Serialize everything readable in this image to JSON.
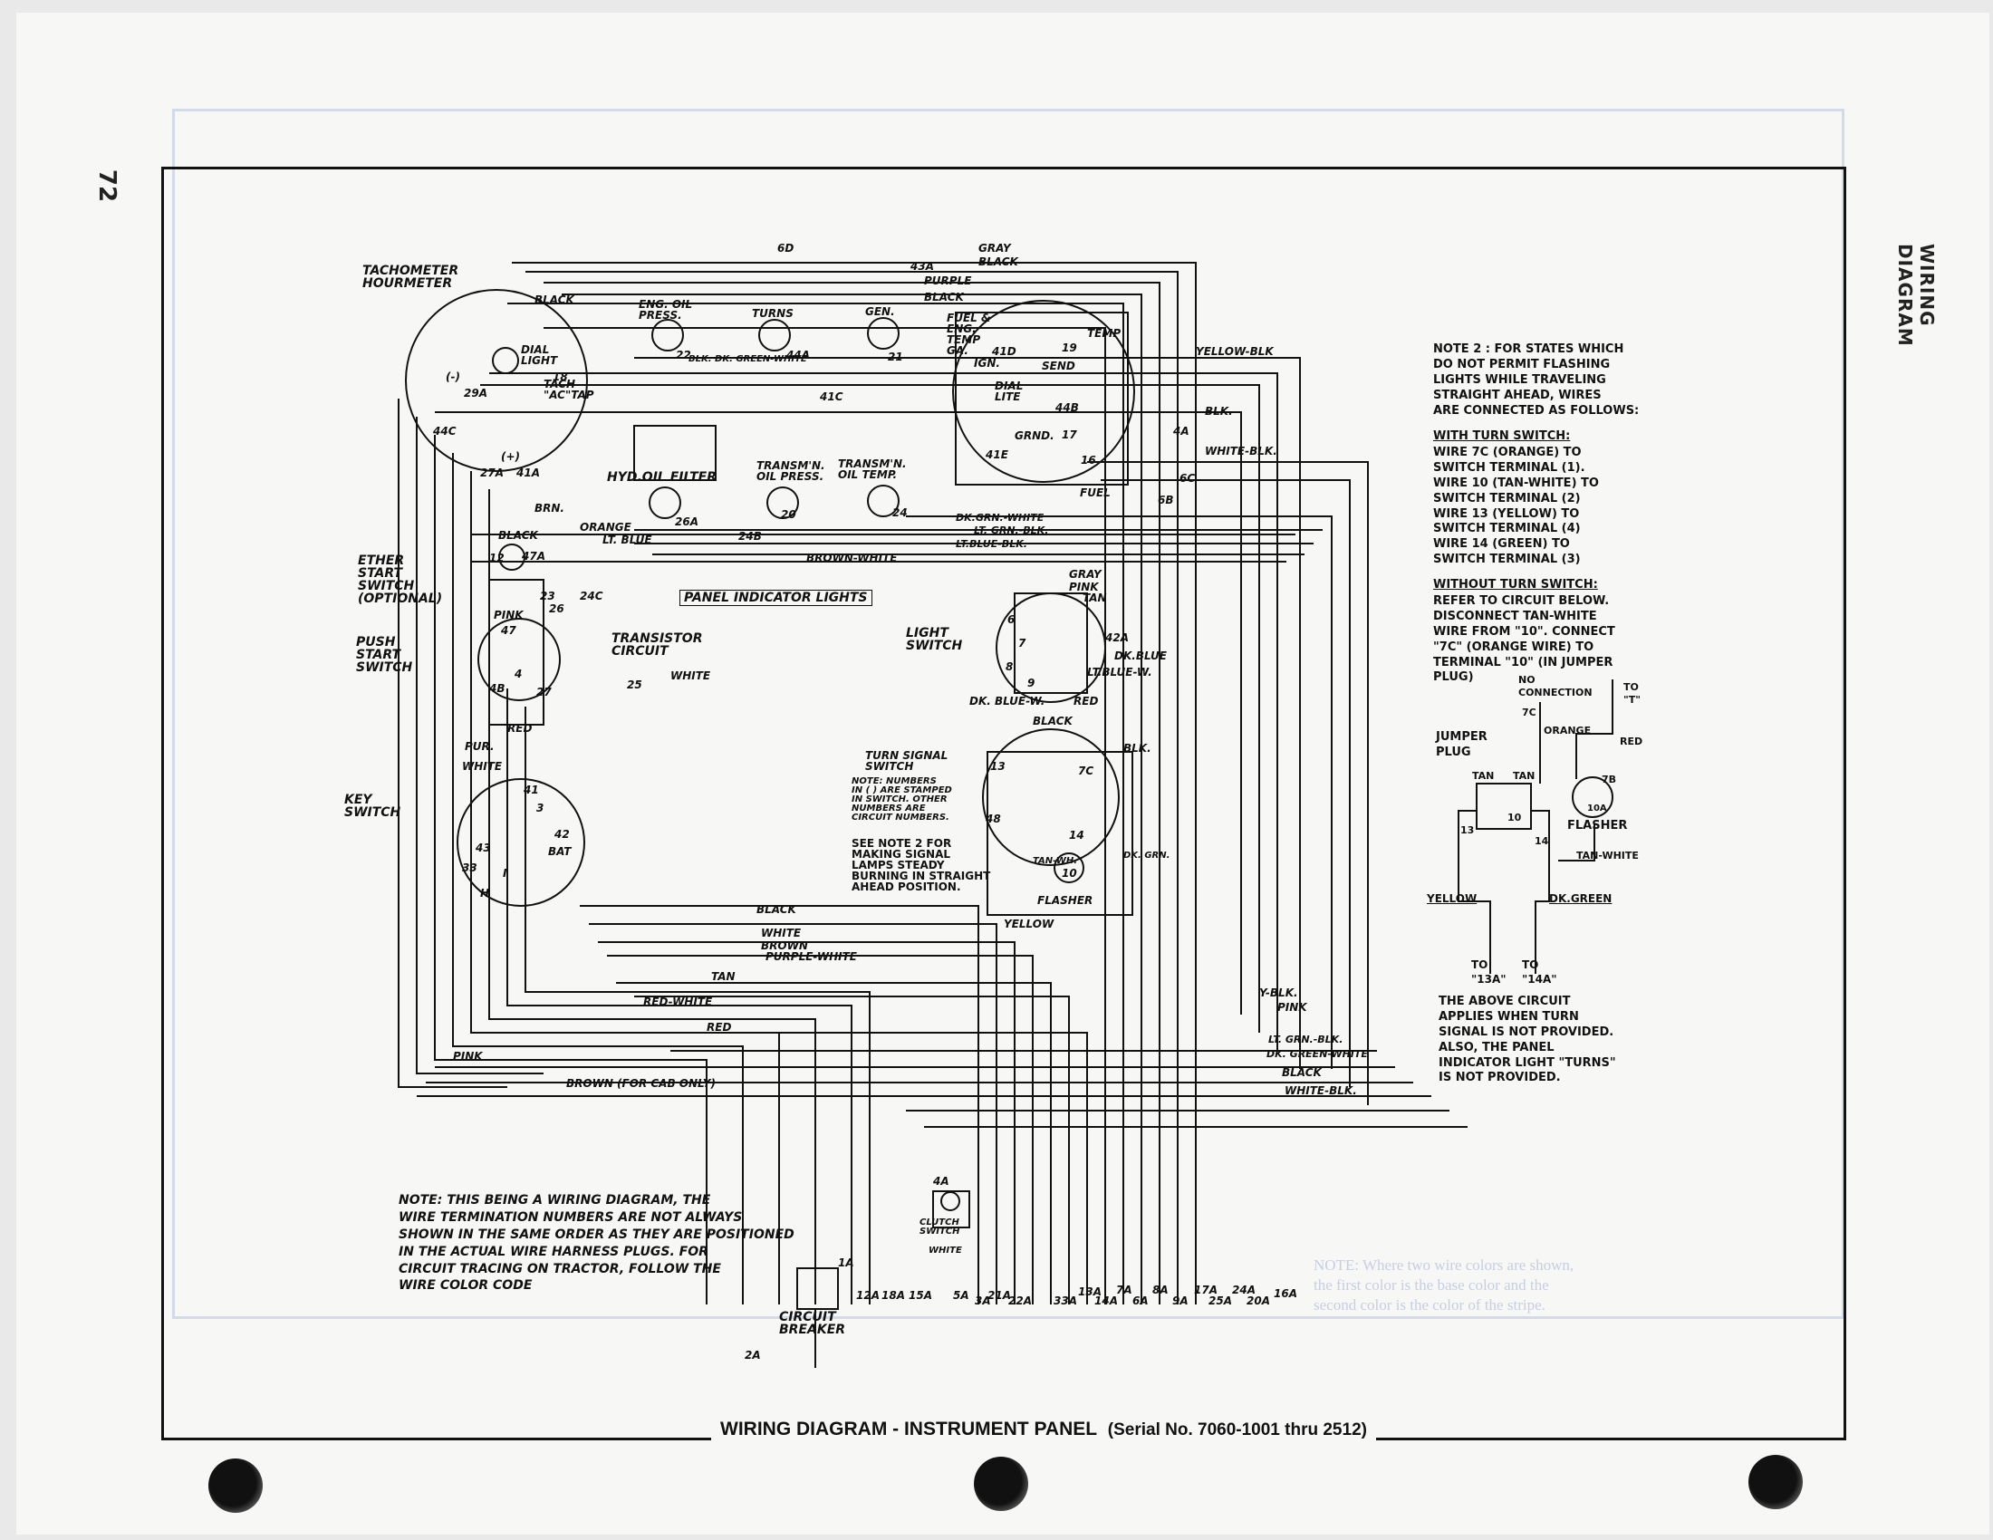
{
  "page": {
    "number": "72",
    "side_title": "WIRING DIAGRAM",
    "bottom_title": "WIRING DIAGRAM - INSTRUMENT PANEL",
    "serial": "(Serial No. 7060-1001 thru 2512)"
  },
  "components": {
    "tach": "TACHOMETER\nHOURMETER",
    "dial_light": "DIAL\nLIGHT",
    "tach_pickup": "TACH\n\"AC\"TAP",
    "eng_oil": "ENG. OIL\nPRESS.",
    "turns": "TURNS",
    "gen": "GEN.",
    "fuel_temp": "FUEL &\nENG.\nTEMP\nGA.",
    "temp": "TEMP",
    "send": "SEND",
    "ign": "IGN.",
    "dial_lite": "DIAL\nLITE",
    "grnd": "GRND.",
    "fuel": "FUEL",
    "hyd_oil": "HYD.OIL FILTER",
    "transm_press": "TRANSM'N.\nOIL PRESS.",
    "transm_temp": "TRANSM'N.\nOIL TEMP.",
    "panel_lights": "PANEL INDICATOR LIGHTS",
    "ether": "ETHER\nSTART\nSWITCH\n(OPTIONAL)",
    "push_start": "PUSH\nSTART\nSWITCH",
    "transistor": "TRANSISTOR\nCIRCUIT",
    "light_switch": "LIGHT\nSWITCH",
    "turn_signal": "TURN SIGNAL\nSWITCH",
    "turn_note": "NOTE: NUMBERS\nIN ( ) ARE STAMPED\nIN SWITCH. OTHER\nNUMBERS ARE\nCIRCUIT NUMBERS.",
    "see_note": "SEE NOTE 2 FOR\nMAKING SIGNAL\nLAMPS STEADY\nBURNING IN STRAIGHT\nAHEAD POSITION.",
    "key_switch": "KEY\nSWITCH",
    "flasher": "FLASHER",
    "clutch": "CLUTCH\nSWITCH",
    "breaker": "CIRCUIT\nBREAKER"
  },
  "wires": {
    "gray": "GRAY",
    "black": "BLACK",
    "purple": "PURPLE",
    "blk": "BLK.",
    "blk_green_white": "BLK. DK. GREEN-WHITE",
    "yellow_blk": "YELLOW-BLK",
    "white_blk": "WHITE-BLK.",
    "dk_grn_white": "DK.GRN.-WHITE",
    "lt_grn_blk": "LT. GRN.-BLK.",
    "lt_blue_blk": "LT.BLUE-BLK.",
    "brown_white": "BROWN-WHITE",
    "orange": "ORANGE",
    "lt_blue": "LT. BLUE",
    "brn": "BRN.",
    "pink": "PINK",
    "tan": "TAN",
    "dk_blue": "DK.BLUE",
    "lt_blue_w": "LT.BLUE-W.",
    "dk_blue_w": "DK. BLUE-W.",
    "red": "RED",
    "pur": "PUR.",
    "white": "WHITE",
    "yellow": "YELLOW",
    "brown": "BROWN",
    "purple_white": "PURPLE-WHITE",
    "red_white": "RED-WHITE",
    "brown_cab": "BROWN (FOR CAB ONLY)",
    "y_blk": "Y-BLK.",
    "dk_green_white": "DK. GREEN-WHITE",
    "tan_wh": "TAN-WH.",
    "dk_grn": "DK. GRN."
  },
  "terminals": {
    "t6d": "6D",
    "t43a": "43A",
    "t44a": "44A",
    "t22": "22",
    "t21": "21",
    "t41d": "41D",
    "t19": "19",
    "t41c": "41C",
    "t44b": "44B",
    "t29a": "29A",
    "t18": "18",
    "t44c": "44C",
    "t27a": "27A",
    "t41a": "41A",
    "t26a": "26A",
    "t20": "20",
    "t24": "24",
    "t24b": "24B",
    "t41e": "41E",
    "t17": "17",
    "t16": "16",
    "t6c": "6C",
    "t6b": "6B",
    "t4a": "4A",
    "t12": "12",
    "t47a": "47A",
    "t23": "23",
    "t24c": "24C",
    "t26": "26",
    "t47": "47",
    "t4": "4",
    "t4b": "4B",
    "t27": "27",
    "t25": "25",
    "t42a": "42A",
    "t6": "6",
    "t7": "7",
    "t8": "8",
    "t9": "9",
    "t10": "10",
    "t13": "13",
    "t14": "14",
    "t7c": "7C",
    "t48": "48",
    "t41": "41",
    "t3": "3",
    "t43": "43",
    "t42": "42",
    "t33": "33",
    "tbat": "BAT",
    "tI": "I",
    "tH": "H",
    "plus": "(+)",
    "minus": "(-)"
  },
  "bottom_terminals": [
    "12A",
    "18A",
    "15A",
    "5A",
    "3A",
    "21A",
    "22A",
    "33A",
    "13A",
    "14A",
    "7A",
    "6A",
    "8A",
    "9A",
    "17A",
    "25A",
    "24A",
    "20A",
    "16A"
  ],
  "breaker_terms": [
    "1A",
    "2A"
  ],
  "note1": "NOTE: THIS BEING A WIRING DIAGRAM, THE\nWIRE TERMINATION NUMBERS ARE NOT ALWAYS\nSHOWN IN THE SAME ORDER AS THEY ARE POSITIONED\nIN THE ACTUAL WIRE HARNESS PLUGS. FOR\nCIRCUIT TRACING ON TRACTOR, FOLLOW THE\nWIRE COLOR CODE",
  "note2": "NOTE 2 : FOR STATES WHICH\nDO NOT PERMIT FLASHING\nLIGHTS WHILE TRAVELING\nSTRAIGHT AHEAD, WIRES\nARE CONNECTED AS FOLLOWS:",
  "with_turn": "WITH TURN SWITCH:",
  "with_turn_body": "WIRE 7C (ORANGE) TO\nSWITCH TERMINAL (1).\nWIRE 10 (TAN-WHITE) TO\nSWITCH TERMINAL (2)\nWIRE 13 (YELLOW) TO\nSWITCH TERMINAL (4)\nWIRE 14 (GREEN) TO\nSWITCH TERMINAL (3)",
  "without_turn": "WITHOUT TURN SWITCH:",
  "without_turn_body": "REFER TO CIRCUIT BELOW.\nDISCONNECT TAN-WHITE\nWIRE FROM \"10\". CONNECT\n\"7C\" (ORANGE WIRE) TO\nTERMINAL \"10\" (IN JUMPER\nPLUG)",
  "jumper": {
    "no_conn": "NO\nCONNECTION",
    "to_t": "TO\n\"T\"",
    "t7c": "7C",
    "orange": "ORANGE",
    "red": "RED",
    "jumper_plug": "JUMPER\nPLUG",
    "tan1": "TAN",
    "tan2": "TAN",
    "t10": "10",
    "t13": "13",
    "t14": "14",
    "t7b": "7B",
    "t10a": "10A",
    "flasher": "FLASHER",
    "tan_white": "TAN-WHITE",
    "yellow": "YELLOW",
    "dk_green": "DK.GREEN",
    "to13a": "TO\n\"13A\"",
    "to14a": "TO\n\"14A\"",
    "applies": "THE ABOVE CIRCUIT\nAPPLIES WHEN TURN\nSIGNAL IS NOT PROVIDED.\nALSO, THE PANEL\nINDICATOR LIGHT \"TURNS\"\nIS NOT PROVIDED."
  },
  "ghost_note": "NOTE: Where two wire colors are shown,\nthe first color is the base color and the\nsecond color is the color of the stripe."
}
